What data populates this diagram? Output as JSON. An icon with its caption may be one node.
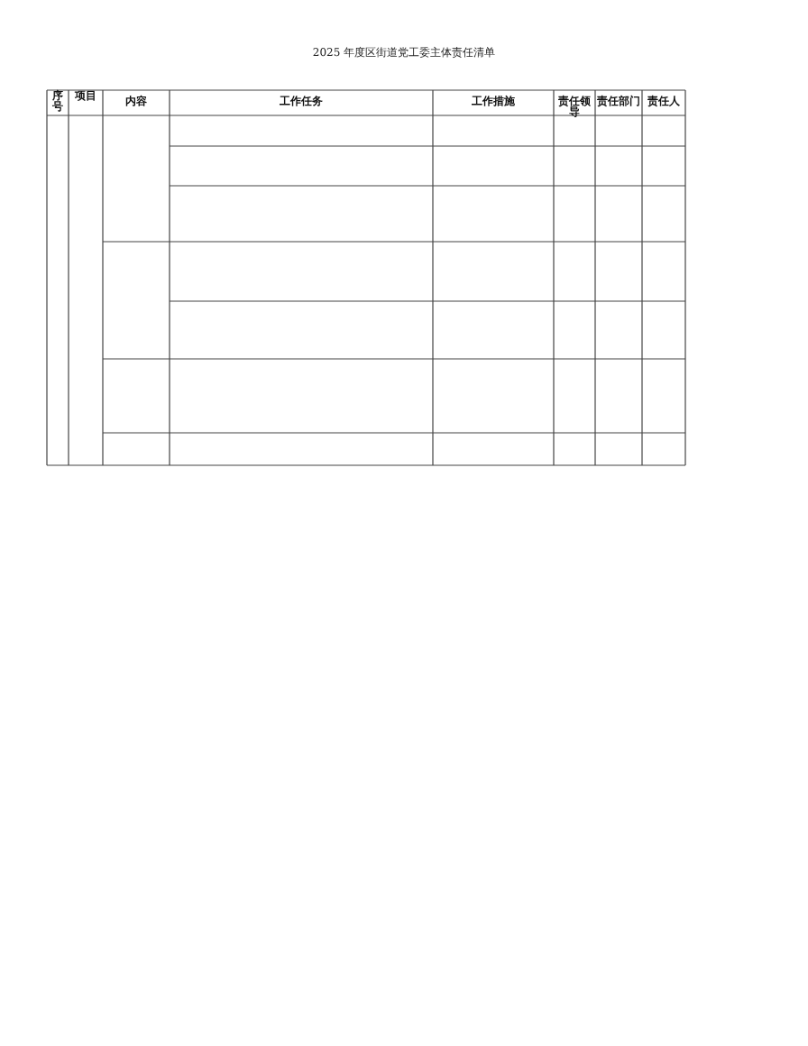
{
  "diagram": {
    "title": "2025 年度区街道党工委主体责任清单",
    "labels": [
      "序号",
      "项目",
      "内容",
      "工作任务",
      "工作措施",
      "责任领导",
      "责任部门",
      "责任人"
    ]
  }
}
